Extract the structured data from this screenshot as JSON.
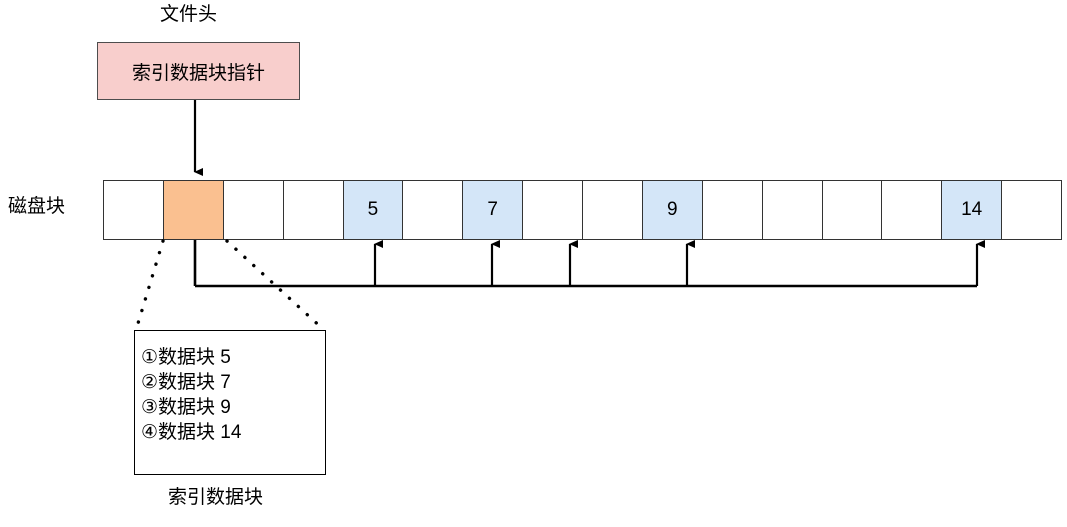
{
  "diagram": {
    "title_labels": {
      "file_header": "文件头",
      "disk_block": "磁盘块",
      "index_block": "索引数据块"
    },
    "file_header_box": {
      "text": "索引数据块指针",
      "fill": "#f8cecc",
      "stroke": "#4d4d4d"
    },
    "disk_strip": {
      "cell_count": 16,
      "fill_default": "#ffffff",
      "fill_blue": "#d4e6f8",
      "fill_orange": "#fac090",
      "stroke": "#333333",
      "cells": [
        {
          "label": "",
          "type": "empty"
        },
        {
          "label": "",
          "type": "index"
        },
        {
          "label": "",
          "type": "empty"
        },
        {
          "label": "",
          "type": "empty"
        },
        {
          "label": "5",
          "type": "data"
        },
        {
          "label": "",
          "type": "empty"
        },
        {
          "label": "7",
          "type": "data"
        },
        {
          "label": "",
          "type": "empty"
        },
        {
          "label": "",
          "type": "empty"
        },
        {
          "label": "9",
          "type": "data"
        },
        {
          "label": "",
          "type": "empty"
        },
        {
          "label": "",
          "type": "empty"
        },
        {
          "label": "",
          "type": "empty"
        },
        {
          "label": "",
          "type": "empty"
        },
        {
          "label": "14",
          "type": "data"
        },
        {
          "label": "",
          "type": "empty"
        }
      ]
    },
    "index_box": {
      "entries": [
        "①数据块 5",
        "②数据块 7",
        "③数据块 9",
        "④数据块 14"
      ]
    },
    "connectors": {
      "pointer_arrow_label": "file-header-to-index-block",
      "bus_arrow_targets": [
        "5",
        "",
        "",
        "9",
        "14"
      ],
      "stroke": "#000000"
    }
  }
}
